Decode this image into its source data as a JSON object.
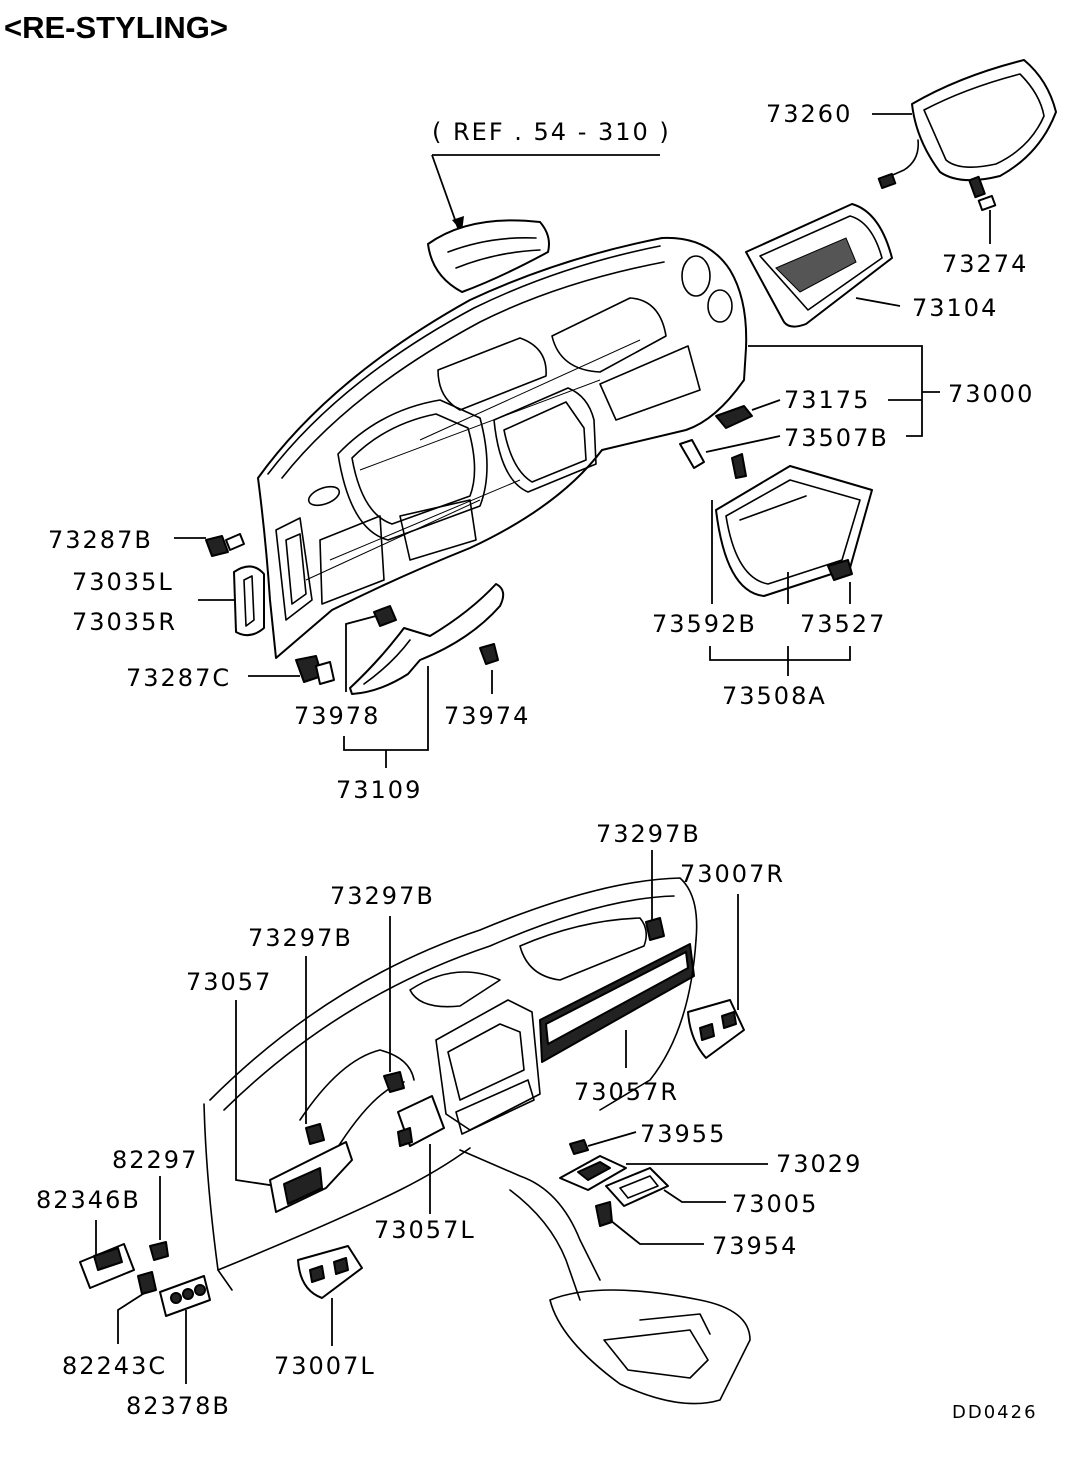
{
  "title": "<RE-STYLING>",
  "reference": "( REF . 54 - 310 )",
  "diagram_code": "DD0426",
  "labels": {
    "p73260": "73260",
    "p73274": "73274",
    "p73104": "73104",
    "p73000": "73000",
    "p73175": "73175",
    "p73507B": "73507B",
    "p73287B": "73287B",
    "p73035L": "73035L",
    "p73035R": "73035R",
    "p73287C": "73287C",
    "p73978": "73978",
    "p73974": "73974",
    "p73109": "73109",
    "p73592B": "73592B",
    "p73527": "73527",
    "p73508A": "73508A",
    "p73297B_a": "73297B",
    "p73007R": "73007R",
    "p73297B_b": "73297B",
    "p73297B_c": "73297B",
    "p73057": "73057",
    "p73057R": "73057R",
    "p73955": "73955",
    "p73029": "73029",
    "p73005": "73005",
    "p73954": "73954",
    "p73057L": "73057L",
    "p82297": "82297",
    "p82346B": "82346B",
    "p82243C": "82243C",
    "p82378B": "82378B",
    "p73007L": "73007L"
  },
  "colors": {
    "ink": "#000000",
    "paper": "#ffffff"
  }
}
